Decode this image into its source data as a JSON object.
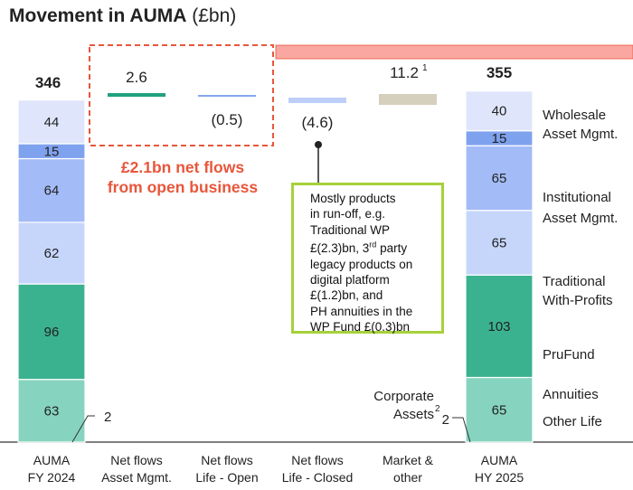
{
  "title": {
    "bold": "Movement in AUMA",
    "unit": "(£bn)"
  },
  "chart_data": {
    "type": "bar",
    "categories": [
      "AUMA FY 2024",
      "Net flows Asset Mgmt.",
      "Net flows Life - Open",
      "Net flows Life - Closed",
      "Market & other",
      "AUMA HY 2025"
    ],
    "category_lines": [
      [
        "AUMA",
        "FY 2024"
      ],
      [
        "Net flows",
        "Asset Mgmt."
      ],
      [
        "Net flows",
        "Life - Open"
      ],
      [
        "Net flows",
        "Life - Closed"
      ],
      [
        "Market &",
        "other"
      ],
      [
        "AUMA",
        "HY 2025"
      ]
    ],
    "segments": [
      "Wholesale Asset Mgmt.",
      "Institutional Asset Mgmt.",
      "Traditional With-Profits",
      "PruFund",
      "Annuities",
      "Other Life",
      "Corporate Assets"
    ],
    "legend_lines": [
      [
        "Wholesale",
        "Asset Mgmt."
      ],
      [
        "Institutional",
        "Asset Mgmt."
      ],
      [
        "Traditional",
        "With-Profits"
      ],
      [
        "PruFund"
      ],
      [
        "Annuities"
      ],
      [
        "Other Life"
      ]
    ],
    "fy2024": {
      "total": "346",
      "values": [
        63,
        96,
        62,
        64,
        15,
        44,
        2
      ]
    },
    "hy2025": {
      "total": "355",
      "values": [
        65,
        103,
        65,
        65,
        15,
        40,
        2
      ]
    },
    "movements": [
      {
        "category": "Net flows Asset Mgmt.",
        "value": 2.6,
        "label": "2.6"
      },
      {
        "category": "Net flows Life - Open",
        "value": -0.5,
        "label": "(0.5)"
      },
      {
        "category": "Net flows Life - Closed",
        "value": -4.6,
        "label": "(4.6)"
      },
      {
        "category": "Market & other",
        "value": 11.2,
        "label": "11.2",
        "footnote": "1"
      }
    ],
    "corporate_label": {
      "line1": "Corporate",
      "line2": "Assets",
      "footnote": "2"
    },
    "colors": [
      "#86d4bf",
      "#3bb28f",
      "#c6d6fb",
      "#a3bbf6",
      "#7fa2ee",
      "#dfe6fb",
      "#ffffff"
    ],
    "movement_colors": [
      "#21a27e",
      "#84a7f0",
      "#bdcff8",
      "#d5cfbd"
    ]
  },
  "annotations": {
    "open_business": [
      "£2.1bn net flows",
      "from open business"
    ],
    "callout_lines": [
      "Mostly products",
      "in run-off, e.g.",
      "Traditional WP",
      "£(2.3)bn, 3rd party",
      "legacy products on",
      "digital platform",
      "£(1.2)bn, and",
      "PH annuities in the",
      "WP Fund £(0.3)bn"
    ]
  },
  "colors": {
    "accent_red": "#e8563b",
    "callout_border": "#a6d13a",
    "top_band": "#f9a7a0"
  }
}
